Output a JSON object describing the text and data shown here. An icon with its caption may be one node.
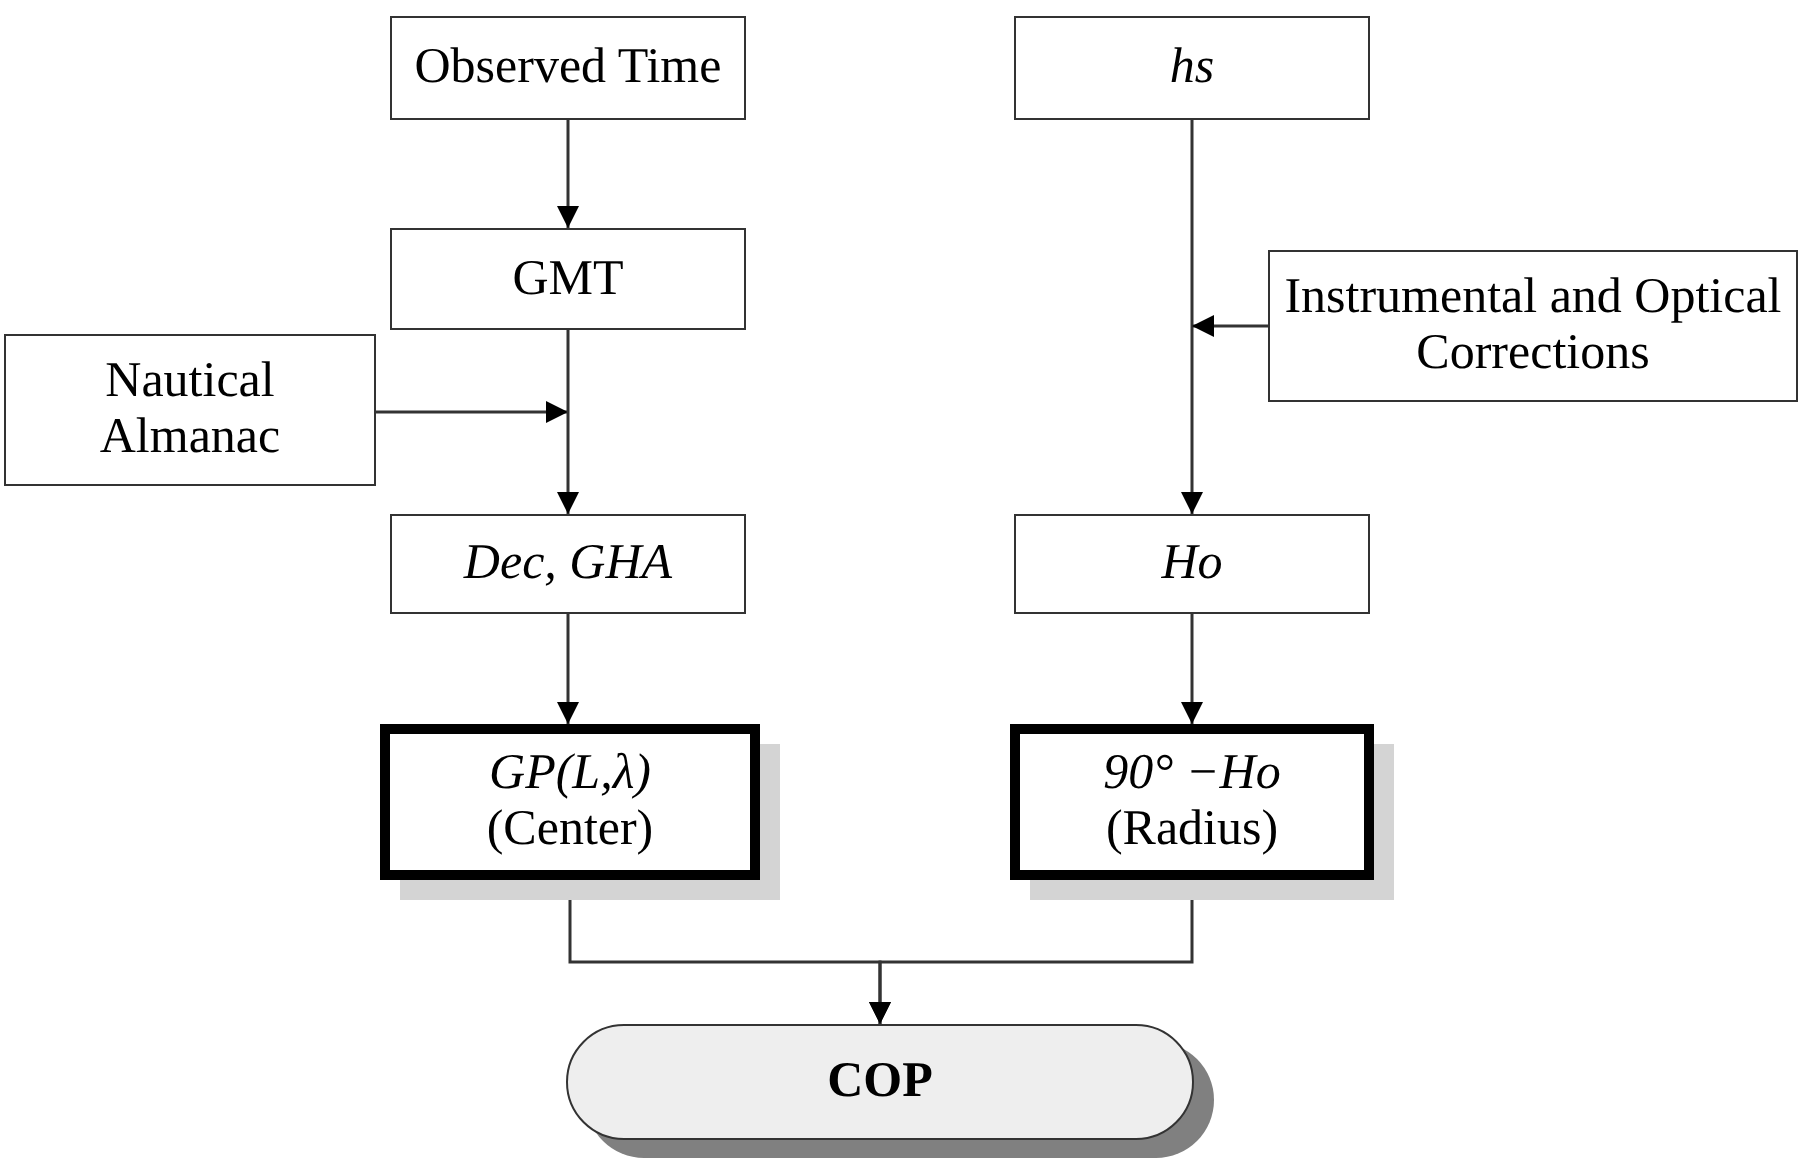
{
  "diagram": {
    "nodes": [
      {
        "text": [
          "Observed Time"
        ]
      },
      {
        "text": [
          "*hs*"
        ]
      },
      {
        "text": [
          "GMT"
        ]
      },
      {
        "text": [
          "Nautical Almanac"
        ]
      },
      {
        "text": [
          "Instrumental and Optical Corrections"
        ]
      },
      {
        "text": [
          "*Dec, GHA*"
        ]
      },
      {
        "text": [
          "*Ho*"
        ]
      },
      {
        "text": [
          "*GP(L,λ)*",
          "(Center)"
        ]
      },
      {
        "text": [
          "*90° −Ho*",
          "(Radius)"
        ]
      },
      {
        "text": [
          "COP"
        ]
      }
    ],
    "edges": [
      {
        "from": 0,
        "to": 2,
        "arrow": "to"
      },
      {
        "from": 3,
        "to": null,
        "arrow": "to"
      },
      {
        "from": 2,
        "to": 5,
        "arrow": "to"
      },
      {
        "from": 5,
        "to": 7,
        "arrow": "to"
      },
      {
        "from": 1,
        "to": 6,
        "arrow": "to"
      },
      {
        "from": 4,
        "to": null,
        "arrow": "to"
      },
      {
        "from": 6,
        "to": 8,
        "arrow": "to"
      },
      {
        "from": 7,
        "to": 9,
        "arrow": "to"
      },
      {
        "from": 8,
        "to": 9,
        "arrow": "to"
      }
    ]
  }
}
